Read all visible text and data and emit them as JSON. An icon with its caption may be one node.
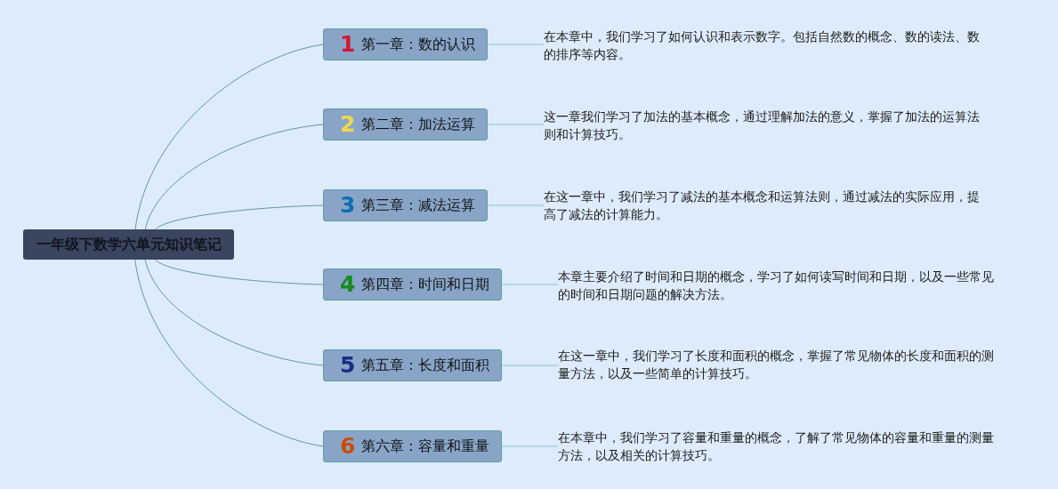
{
  "diagram": {
    "nodes": [
      {
        "text": [
          "一年级下数学六单元知识笔记"
        ]
      },
      {
        "text": [
          "1",
          "第一章：数的认识"
        ]
      },
      {
        "text": [
          "在本章中，我们学习了如何认识和表示数字。包括自然数的概念、数的读法、数的排序等内容。"
        ]
      },
      {
        "text": [
          "2",
          "第二章：加法运算"
        ]
      },
      {
        "text": [
          "这一章我们学习了加法的基本概念，通过理解加法的意义，掌握了加法的运算法则和计算技巧。"
        ]
      },
      {
        "text": [
          "3",
          "第三章：减法运算"
        ]
      },
      {
        "text": [
          "在这一章中，我们学习了减法的基本概念和运算法则，通过减法的实际应用，提高了减法的计算能力。"
        ]
      },
      {
        "text": [
          "4",
          "第四章：时间和日期"
        ]
      },
      {
        "text": [
          "本章主要介绍了时间和日期的概念，学习了如何读写时间和日期，以及一些常见的时间和日期问题的解决方法。"
        ]
      },
      {
        "text": [
          "5",
          "第五章：长度和面积"
        ]
      },
      {
        "text": [
          "在这一章中，我们学习了长度和面积的概念，掌握了常见物体的长度和面积的测量方法，以及一些简单的计算技巧。"
        ]
      },
      {
        "text": [
          "6",
          "第六章：容量和重量"
        ]
      },
      {
        "text": [
          "在本章中，我们学习了容量和重量的概念，了解了常见物体的容量和重量的测量方法，以及相关的计算技巧。"
        ]
      }
    ],
    "edges": [
      {
        "from": 0,
        "to": 1,
        "arrow": "none"
      },
      {
        "from": 0,
        "to": 3,
        "arrow": "none"
      },
      {
        "from": 0,
        "to": 5,
        "arrow": "none"
      },
      {
        "from": 0,
        "to": 7,
        "arrow": "none"
      },
      {
        "from": 0,
        "to": 9,
        "arrow": "none"
      },
      {
        "from": 0,
        "to": 11,
        "arrow": "none"
      },
      {
        "from": 1,
        "to": 2,
        "arrow": "none",
        "color": "#8fc3cc"
      },
      {
        "from": 3,
        "to": 4,
        "arrow": "none",
        "color": "#8fc3cc"
      },
      {
        "from": 5,
        "to": 6,
        "arrow": "none",
        "color": "#8fc3cc"
      },
      {
        "from": 7,
        "to": 8,
        "arrow": "none",
        "color": "#8fc3cc"
      },
      {
        "from": 9,
        "to": 10,
        "arrow": "none",
        "color": "#8fc3cc"
      },
      {
        "from": 11,
        "to": 12,
        "arrow": "none",
        "color": "#8fc3cc"
      }
    ]
  }
}
